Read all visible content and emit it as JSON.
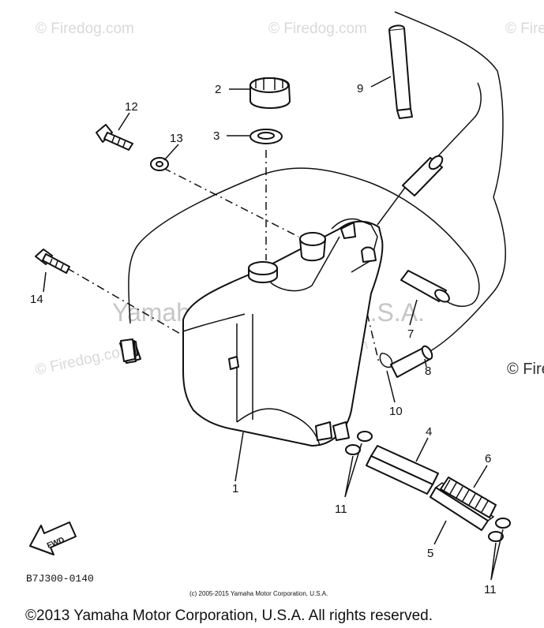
{
  "watermarks": {
    "firedog": "© Firedog.com",
    "firedog_cut": "© Fire",
    "yamaha": "Yamaha Motor Corp, U.S.A."
  },
  "parts": {
    "p1": "1",
    "p2": "2",
    "p3": "3",
    "p4": "4",
    "p5": "5",
    "p6": "6",
    "p7": "7",
    "p8": "8",
    "p9": "9",
    "p10": "10",
    "p11a": "11",
    "p11b": "11",
    "p12": "12",
    "p13": "13",
    "p14": "14"
  },
  "fwd_label": "FWD",
  "diagram_code": "B7J300-0140",
  "small_copyright": "(c) 2005-2015 Yamaha Motor Corporation, U.S.A.",
  "footer_copyright": "©2013 Yamaha Motor Corporation, U.S.A. All rights reserved."
}
